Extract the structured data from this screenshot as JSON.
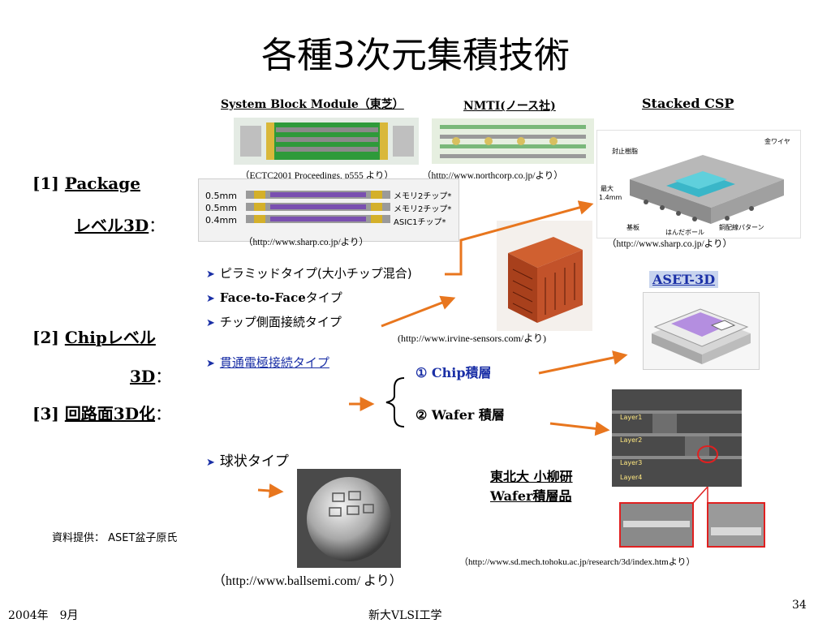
{
  "slide": {
    "title": "各種3次元集積技術",
    "page_number": "34",
    "footer_left": "2004年　9月",
    "footer_center": "新大VLSI工学"
  },
  "figures": {
    "system_block": {
      "caption": "System Block Module（東芝）",
      "source": "（ECTC2001 Proceedings, p555 より）"
    },
    "nmti": {
      "caption": "NMTI(ノース社)",
      "source": "（http://www.northcorp.co.jp/より）"
    },
    "stacked_csp": {
      "caption": "Stacked CSP",
      "source": "（http://www.sharp.co.jp/より）",
      "labels": {
        "seal": "封止樹脂",
        "gold_wire": "金ワイヤ",
        "max": "最大",
        "height": "1.4mm",
        "substrate": "基板",
        "solder_ball": "はんだボール",
        "wiring": "銅配線パターン"
      }
    },
    "sharp_stack": {
      "source": "（http://www.sharp.co.jp/より）",
      "rows": [
        {
          "thickness": "0.5mm",
          "label": "メモリ2チップ*"
        },
        {
          "thickness": "0.5mm",
          "label": "メモリ2チップ*"
        },
        {
          "thickness": "0.4mm",
          "label": "ASIC1チップ*"
        }
      ]
    },
    "irvine": {
      "source": "(http://www.irvine-sensors.com/より)"
    },
    "aset": {
      "caption": "ASET-3D"
    },
    "tohoku": {
      "caption_line1": "東北大 小柳研",
      "caption_line2": "Wafer積層品",
      "source": "（http://www.sd.mech.tohoku.ac.jp/research/3d/index.htmより）",
      "layers": [
        "Layer1",
        "Layer2",
        "Layer3",
        "Layer4"
      ]
    },
    "ballsemi": {
      "source": "（http://www.ballsemi.com/ より）"
    }
  },
  "levels": {
    "package_line1_prefix": "[1]",
    "package_line1_word": "Package",
    "package_line2": "レベル3D",
    "package_colon": "：",
    "chip_line1_prefix": "[2]",
    "chip_line1_word": "Chipレベル",
    "chip_line2": "3D",
    "chip_colon": "：",
    "circuit_prefix": "[3]",
    "circuit_word": "回路面3D化",
    "circuit_colon": "："
  },
  "bullets": {
    "pyramid": "ピラミッドタイプ(大小チップ混合)",
    "face_to_face_bold": "Face-to-Face",
    "face_to_face_rest": "タイプ",
    "side": "チップ側面接続タイプ",
    "through": "貫通電極接続タイプ",
    "ball": "球状タイプ"
  },
  "stacking": {
    "chip": "① Chip積層",
    "wafer": "② Wafer  積層"
  },
  "credit": "資料提供：  ASET盆子原氏",
  "colors": {
    "arrow": "#e8761e",
    "link": "#1a2fa6",
    "pcb_green": "#2e9a3a",
    "chip_gold": "#c9a020"
  }
}
